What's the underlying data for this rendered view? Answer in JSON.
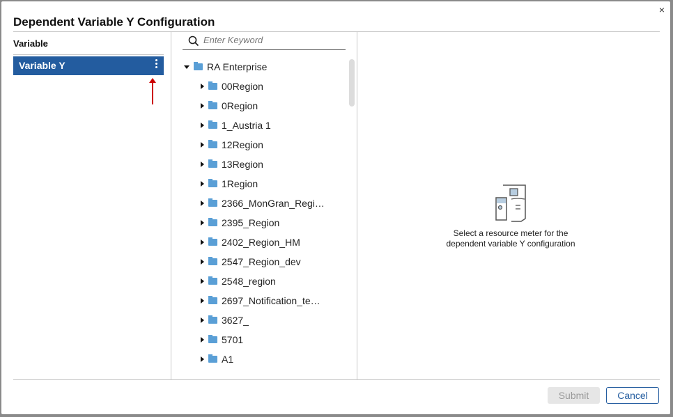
{
  "dialog": {
    "title": "Dependent Variable Y Configuration",
    "close_label": "×"
  },
  "variables": {
    "header": "Variable",
    "items": [
      {
        "label": "Variable Y",
        "selected": true
      }
    ]
  },
  "search": {
    "placeholder": "Enter Keyword",
    "value": ""
  },
  "tree": {
    "root": "RA Enterprise",
    "children": [
      "00Region",
      "0Region",
      "1_Austria 1",
      "12Region",
      "13Region",
      "1Region",
      "2366_MonGran_Regi…",
      "2395_Region",
      "2402_Region_HM",
      "2547_Region_dev",
      "2548_region",
      "2697_Notification_te…",
      "3627_",
      "5701",
      "A1"
    ]
  },
  "empty_state": {
    "line1": "Select a resource meter for the",
    "line2": "dependent variable Y configuration"
  },
  "footer": {
    "submit": "Submit",
    "cancel": "Cancel"
  },
  "colors": {
    "accent": "#235c9f",
    "folder": "#5a9fd6",
    "annotation": "#cc0000"
  }
}
